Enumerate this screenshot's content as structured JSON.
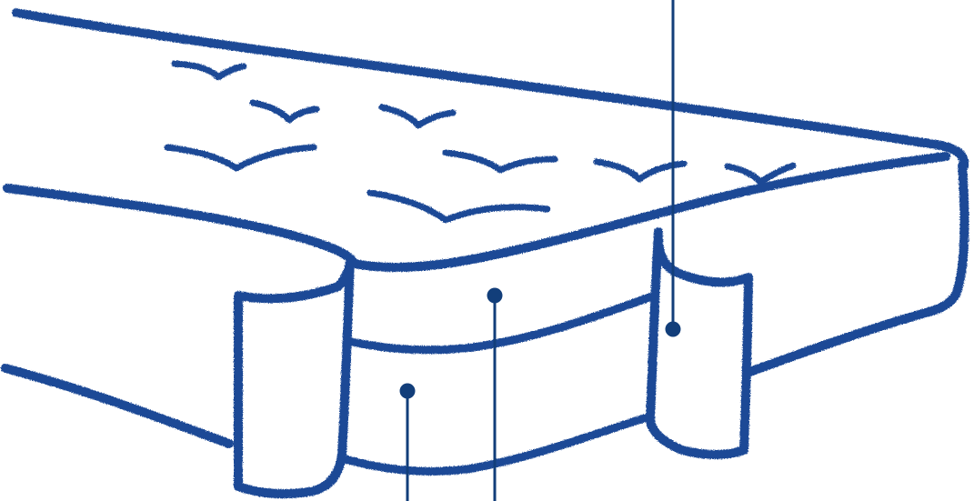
{
  "diagram": {
    "subject": "mattress-with-layers",
    "colors": {
      "ink": "#1f4a96",
      "callout": "#123e7a",
      "background": "#ffffff"
    },
    "callouts": [
      {
        "id": "top-right",
        "target": "side-strap-right"
      },
      {
        "id": "middle",
        "target": "upper-layer"
      },
      {
        "id": "lower",
        "target": "lower-layer"
      }
    ]
  }
}
